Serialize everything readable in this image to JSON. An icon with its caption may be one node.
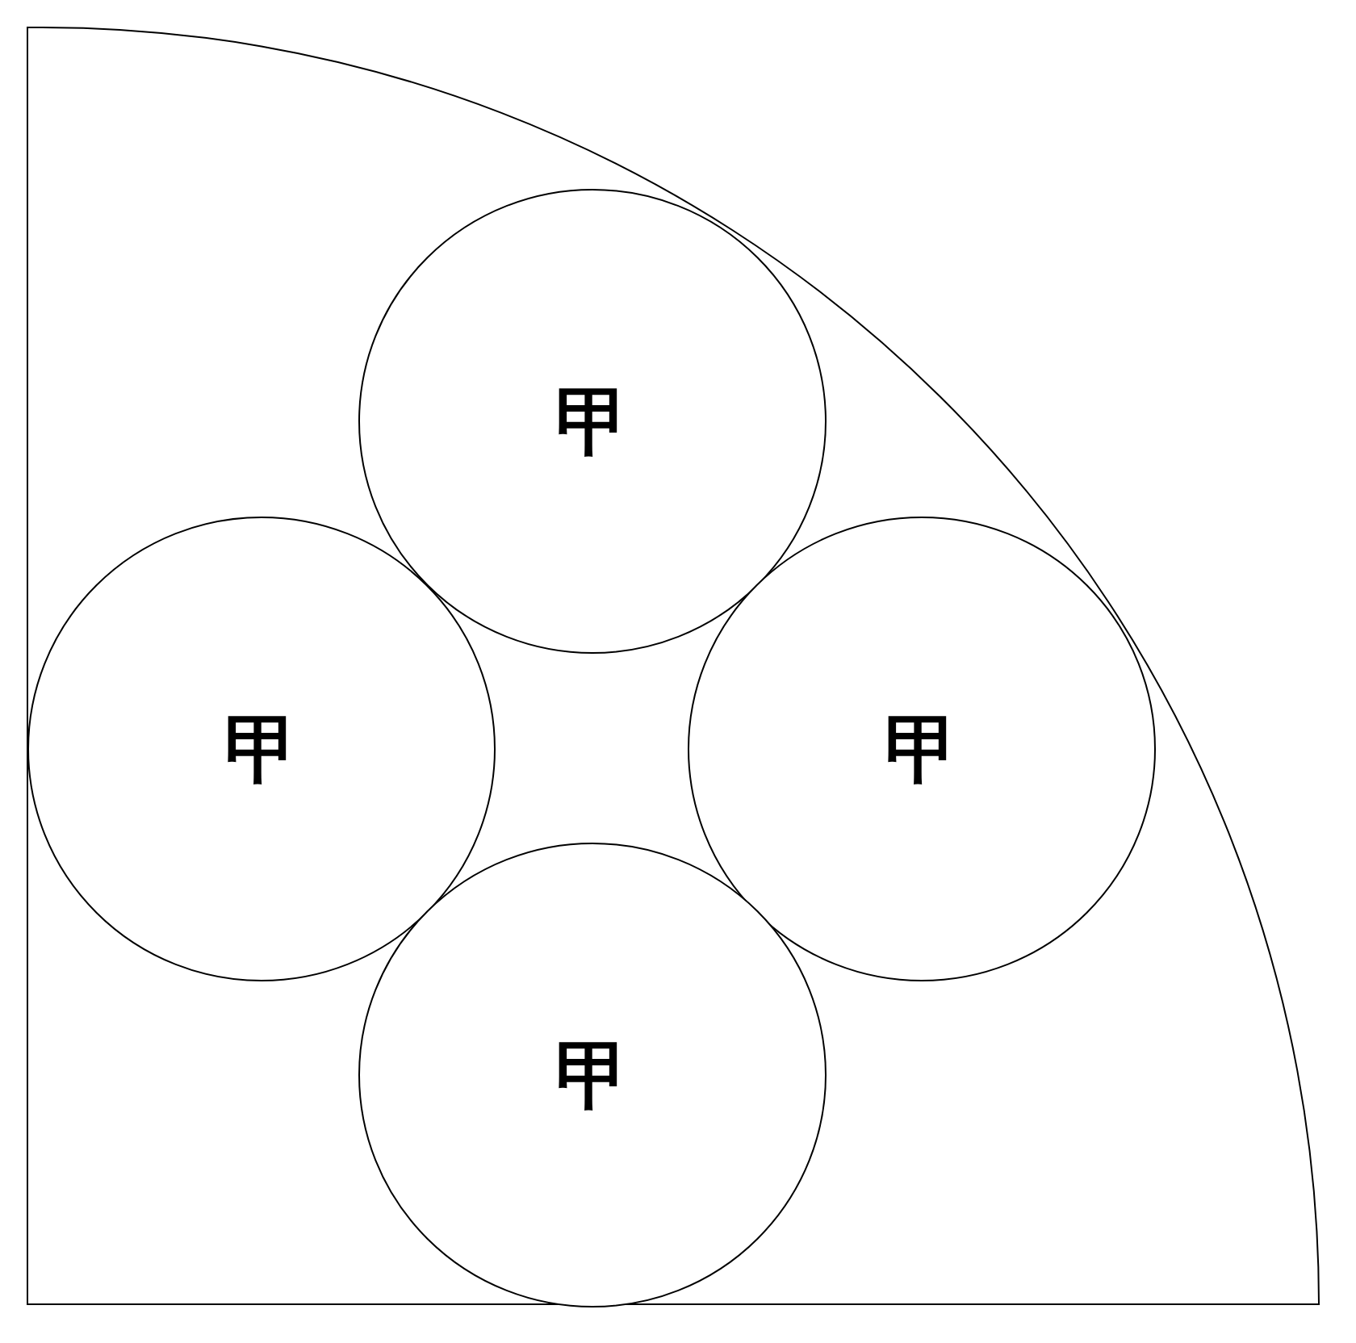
{
  "diagram": {
    "nodes": [
      {
        "text": [
          "甲"
        ]
      },
      {
        "text": [
          "甲"
        ]
      },
      {
        "text": [
          "甲"
        ]
      },
      {
        "text": [
          "甲"
        ]
      }
    ]
  }
}
